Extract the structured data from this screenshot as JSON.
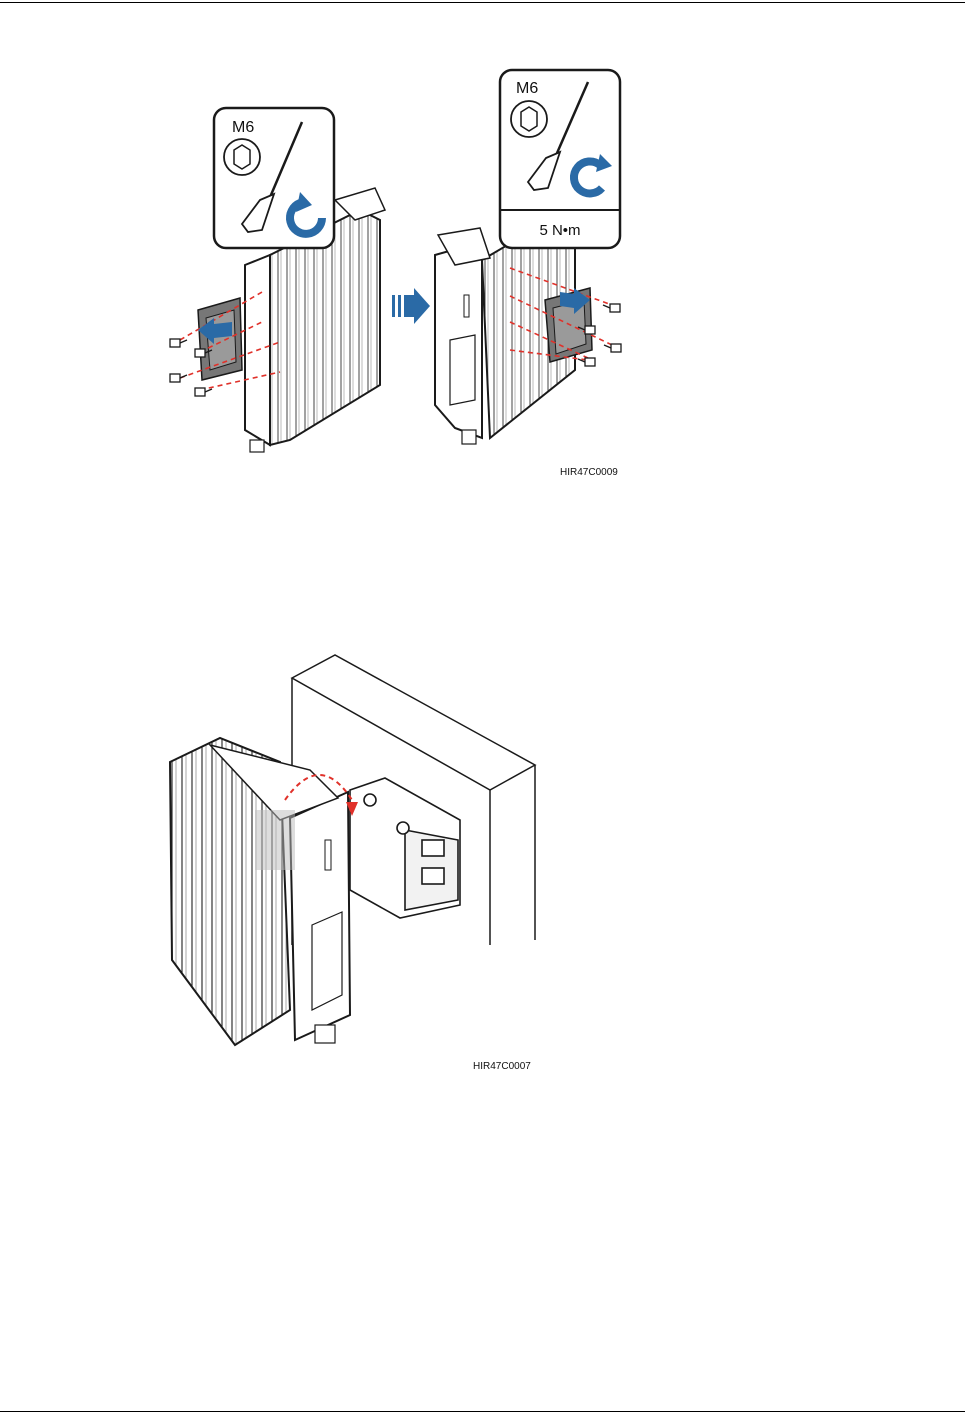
{
  "figure1": {
    "code": "HIR47C0009",
    "callout_left": {
      "bolt_size": "M6"
    },
    "callout_right": {
      "bolt_size": "M6",
      "torque": "5 N•m"
    }
  },
  "figure2": {
    "code": "HIR47C0007"
  },
  "colors": {
    "arrow_blue": "#2a6aa6",
    "dash_red": "#e0312a",
    "line": "#1a1a1a"
  }
}
